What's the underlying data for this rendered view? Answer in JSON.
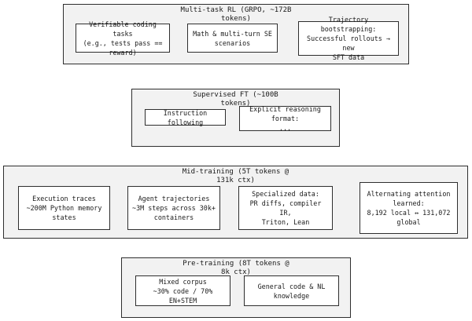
{
  "stages": {
    "rl": {
      "title": "Multi-task RL (GRPO, ~172B\ntokens)",
      "boxes": [
        "Verifiable coding tasks\n(e.g., tests pass == reward)",
        "Math & multi-turn SE\nscenarios",
        "Trajectory bootstrapping:\nSuccessful rollouts → new\nSFT data"
      ]
    },
    "sft": {
      "title": "Supervised FT (~100B\ntokens)",
      "boxes": [
        "Instruction following",
        "Explicit reasoning format:\n..."
      ]
    },
    "mid": {
      "title": "Mid-training (5T tokens @\n131k ctx)",
      "boxes": [
        "Execution traces\n~200M Python memory\nstates",
        "Agent trajectories\n~3M steps across 30k+\ncontainers",
        "Specialized data:\nPR diffs, compiler IR,\nTriton, Lean",
        "Alternating attention\nlearned:\n8,192 local ↔ 131,072\nglobal"
      ]
    },
    "pre": {
      "title": "Pre-training (8T tokens @\n8k ctx)",
      "boxes": [
        "Mixed corpus\n~30% code / 70% EN+STEM",
        "General code & NL\nknowledge"
      ]
    }
  }
}
